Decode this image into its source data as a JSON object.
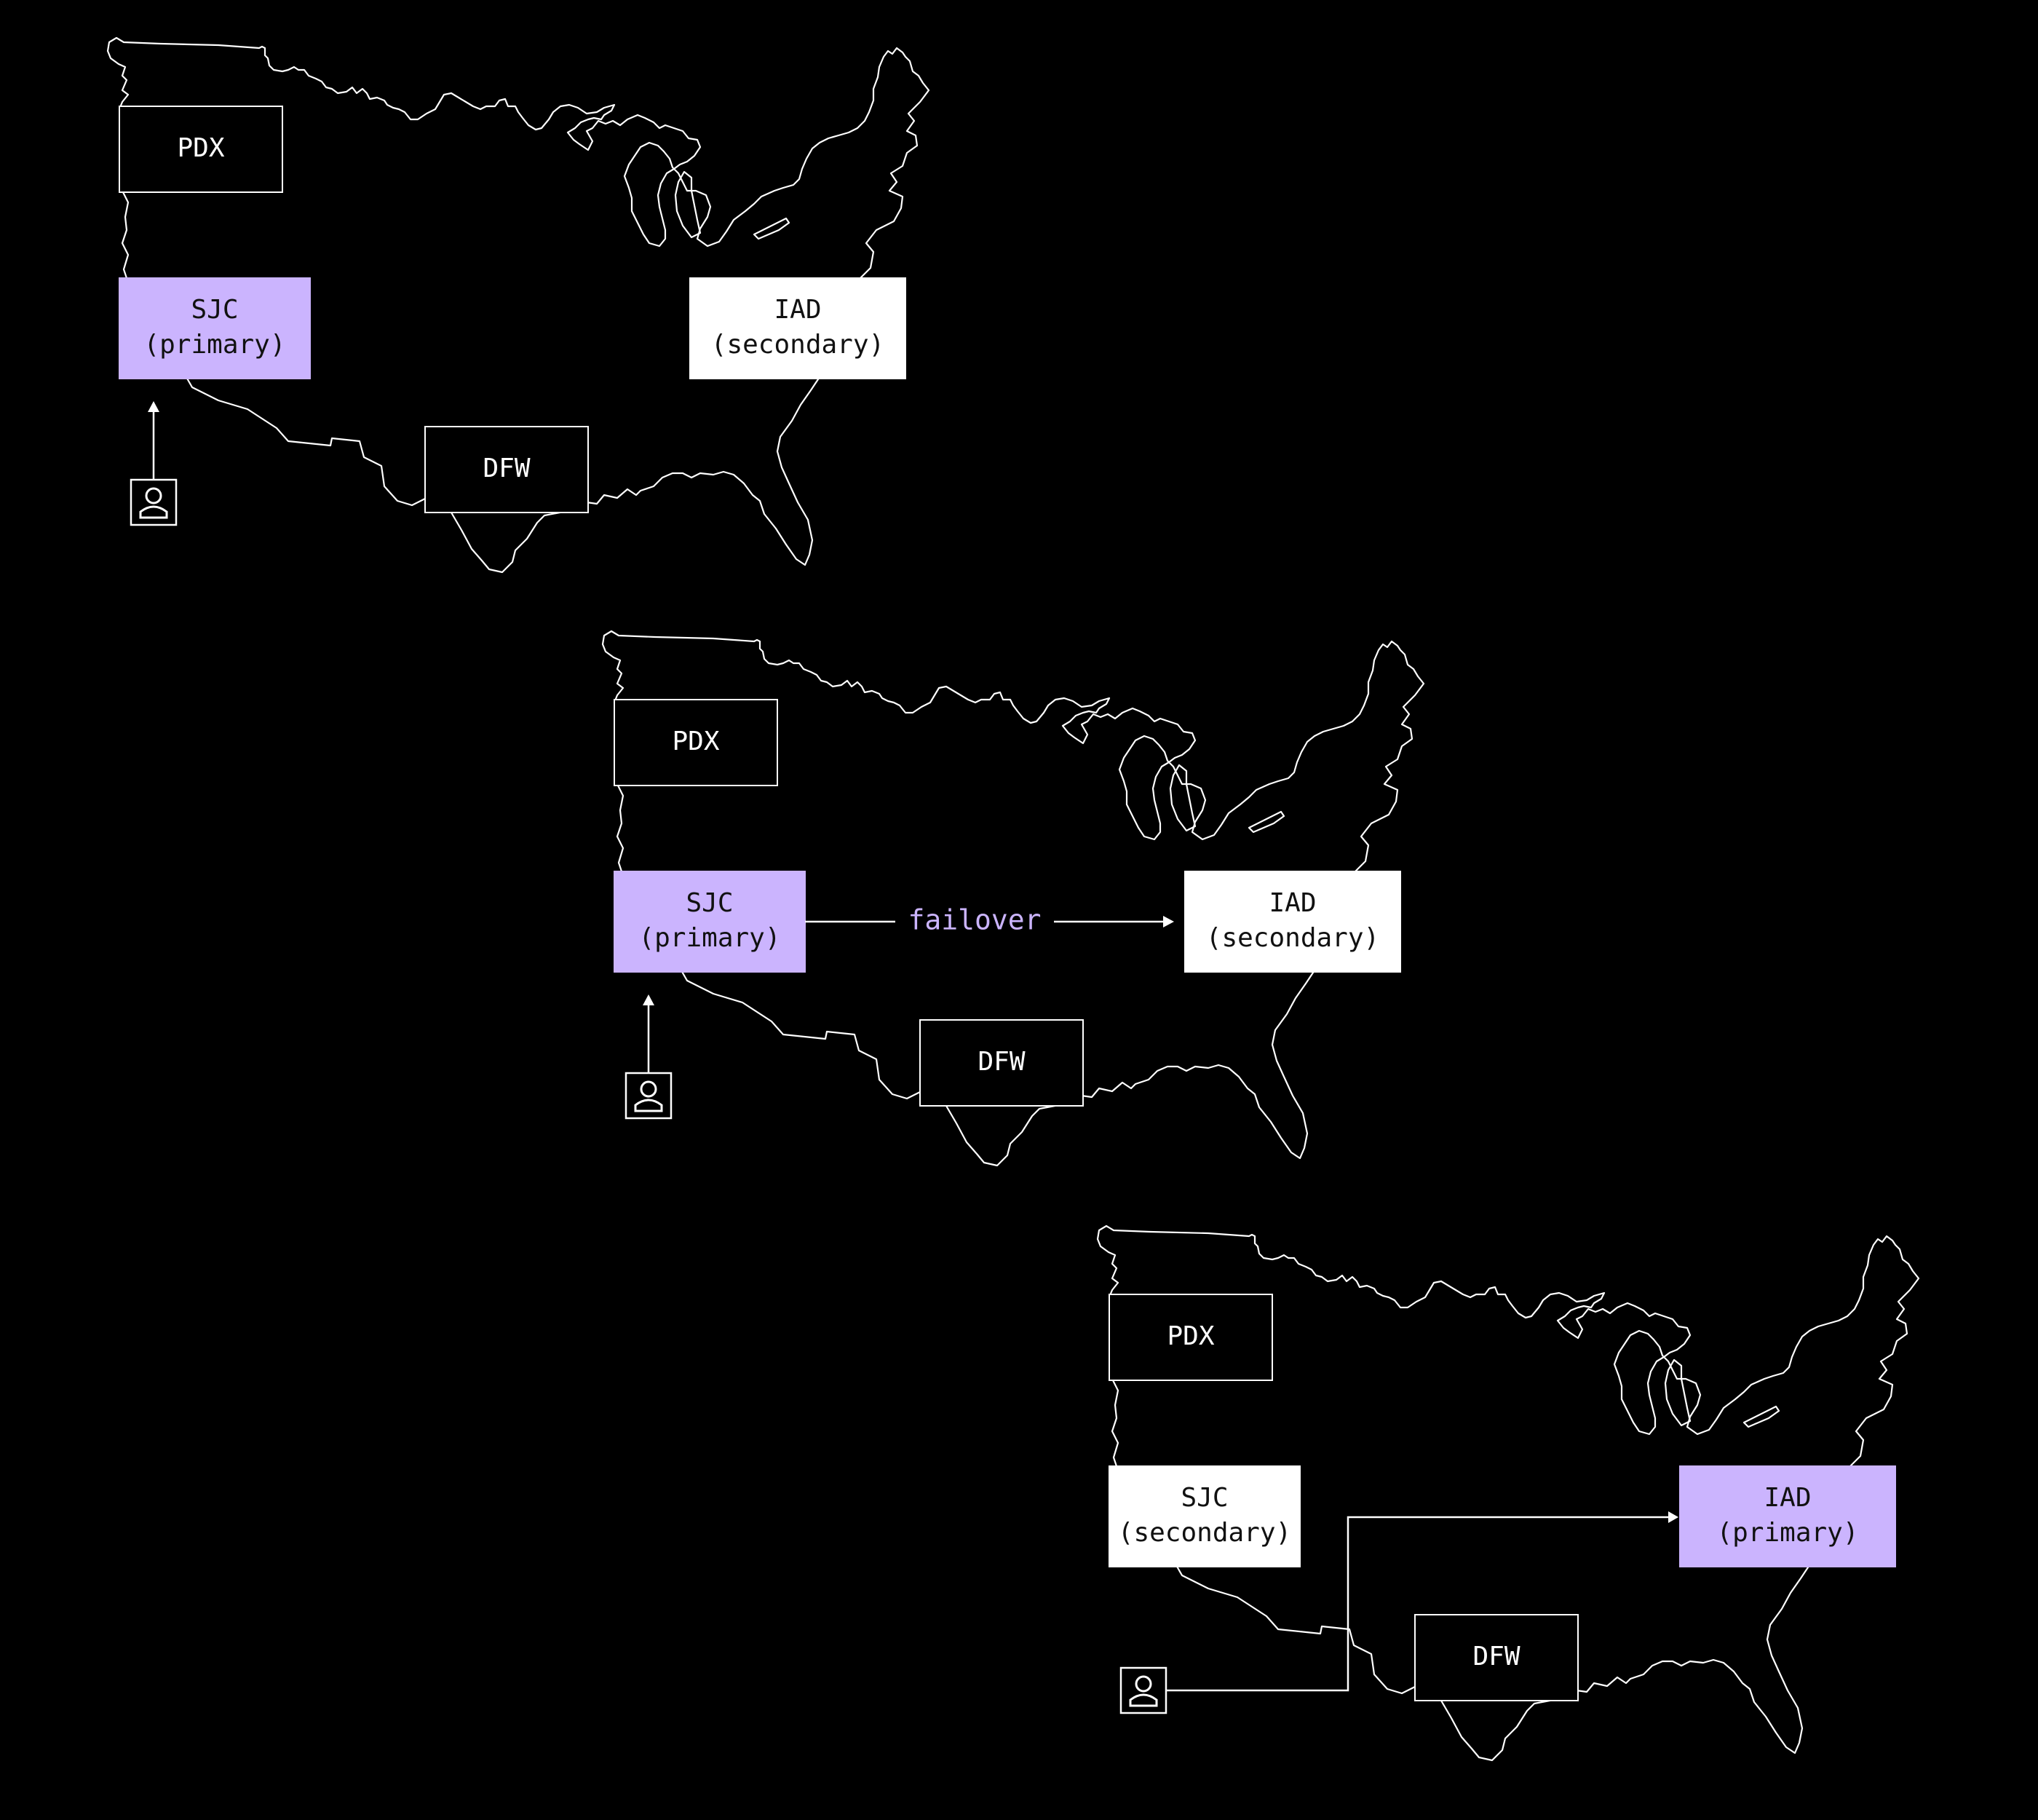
{
  "colors": {
    "background": "#000000",
    "line": "#ffffff",
    "primary_fill": "#cbb4fe",
    "secondary_fill": "#ffffff",
    "failover_text": "#cbb4fe"
  },
  "panels": [
    {
      "id": "before",
      "regions": {
        "pdx": {
          "lines": [
            "PDX"
          ],
          "style": "outline"
        },
        "sjc": {
          "lines": [
            "SJC",
            "(primary)"
          ],
          "style": "primary"
        },
        "iad": {
          "lines": [
            "IAD",
            "(secondary)"
          ],
          "style": "secondary"
        },
        "dfw": {
          "lines": [
            "DFW"
          ],
          "style": "outline"
        }
      },
      "user_icon": "user-icon",
      "user_target": "sjc"
    },
    {
      "id": "failover",
      "regions": {
        "pdx": {
          "lines": [
            "PDX"
          ],
          "style": "outline"
        },
        "sjc": {
          "lines": [
            "SJC",
            "(primary)"
          ],
          "style": "primary"
        },
        "iad": {
          "lines": [
            "IAD",
            "(secondary)"
          ],
          "style": "secondary"
        },
        "dfw": {
          "lines": [
            "DFW"
          ],
          "style": "outline"
        }
      },
      "user_icon": "user-icon",
      "user_target": "sjc",
      "failover_label": "failover"
    },
    {
      "id": "after",
      "regions": {
        "pdx": {
          "lines": [
            "PDX"
          ],
          "style": "outline"
        },
        "sjc": {
          "lines": [
            "SJC",
            "(secondary)"
          ],
          "style": "secondary"
        },
        "iad": {
          "lines": [
            "IAD",
            "(primary)"
          ],
          "style": "primary"
        },
        "dfw": {
          "lines": [
            "DFW"
          ],
          "style": "outline"
        }
      },
      "user_icon": "user-icon",
      "user_target": "iad"
    }
  ]
}
